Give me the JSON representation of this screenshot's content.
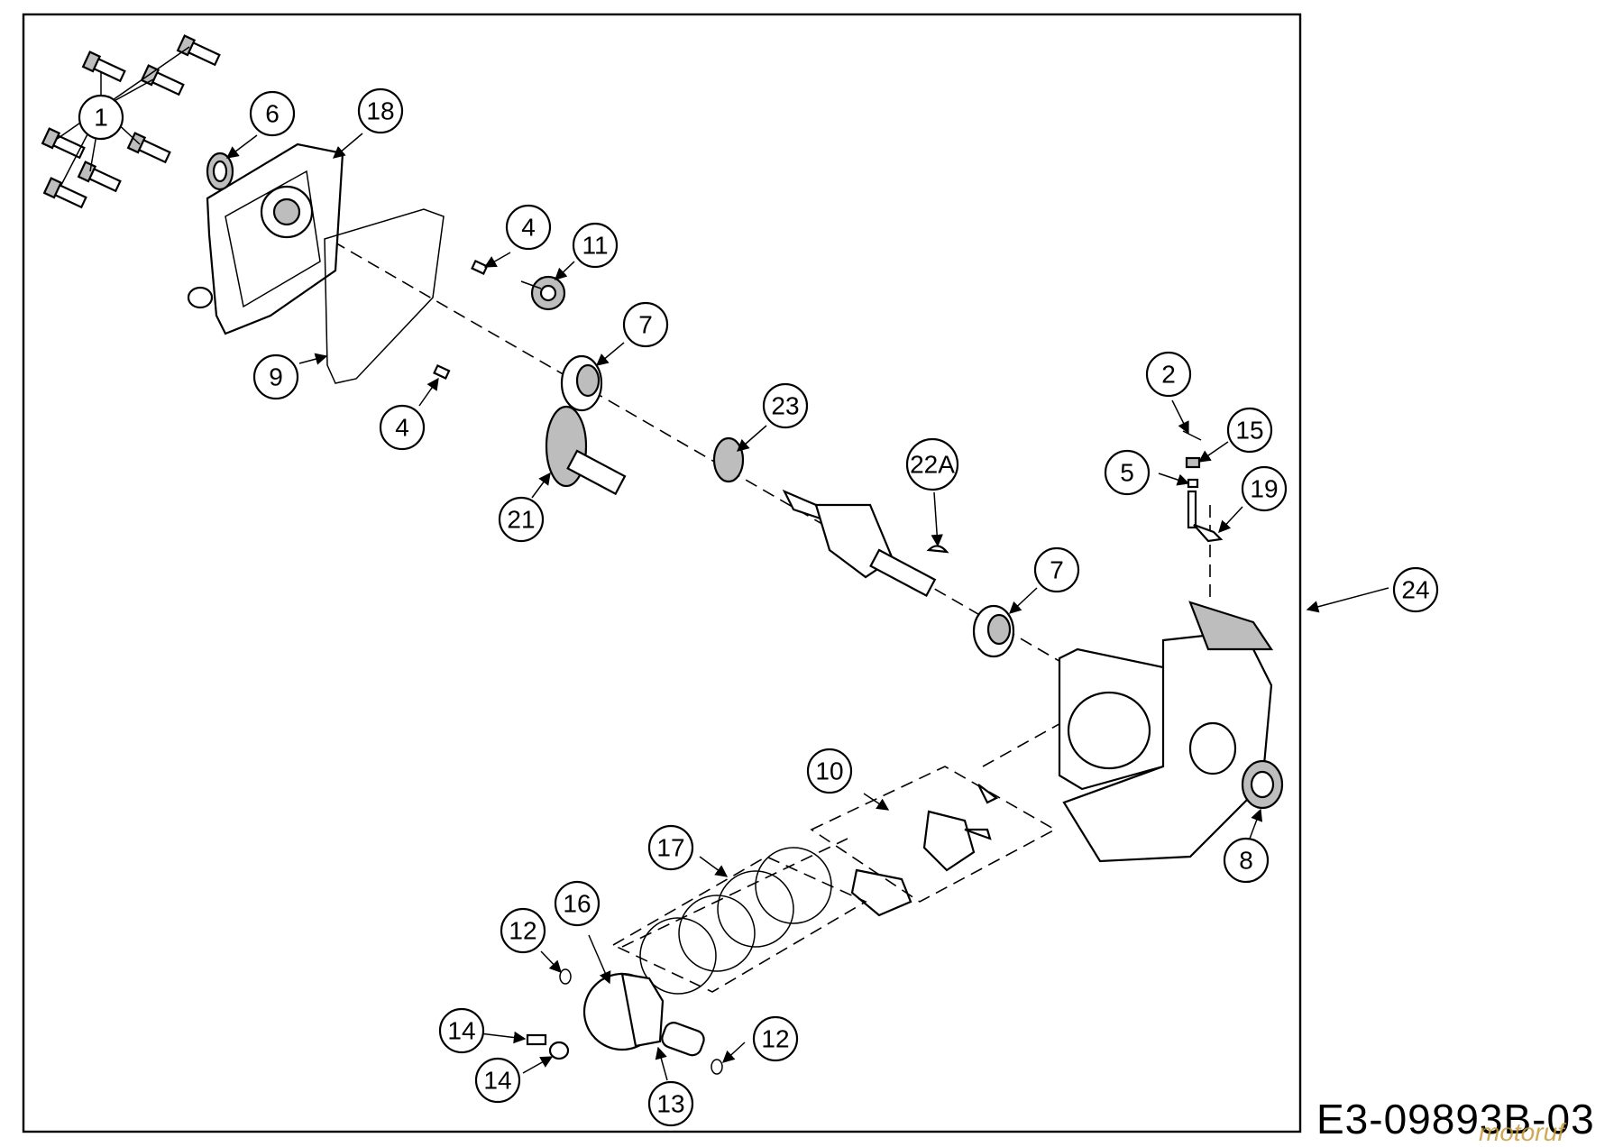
{
  "diagram": {
    "document_code": "E3-09893B-03",
    "watermark": "motoruf",
    "callouts": [
      "1",
      "6",
      "18",
      "4",
      "11",
      "9",
      "4",
      "7",
      "23",
      "21",
      "22A",
      "2",
      "15",
      "5",
      "19",
      "7",
      "24",
      "10",
      "8",
      "17",
      "16",
      "12",
      "14",
      "14",
      "12",
      "13"
    ]
  }
}
